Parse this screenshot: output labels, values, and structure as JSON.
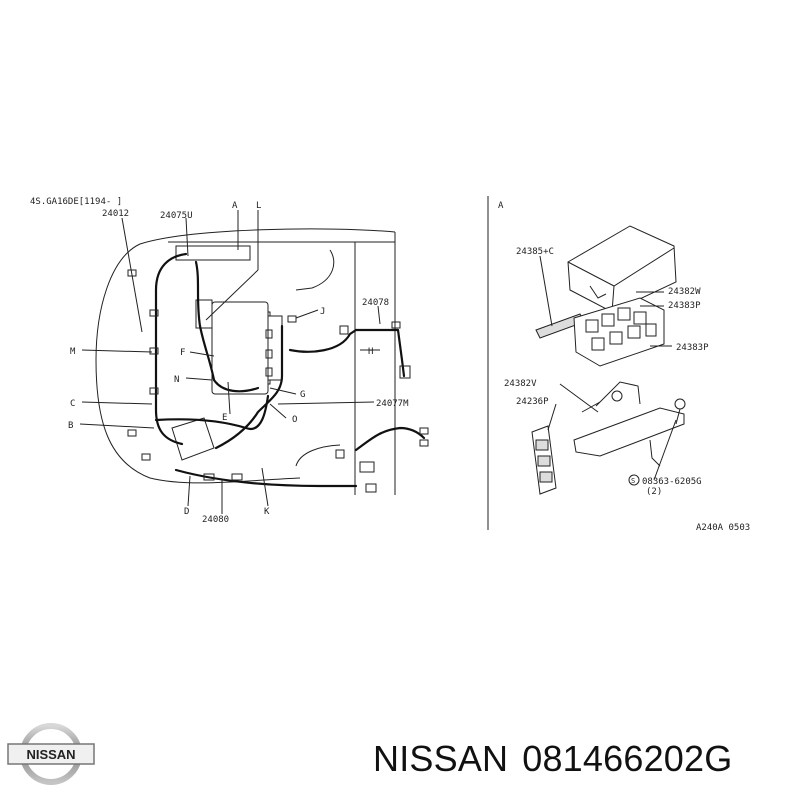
{
  "diagram": {
    "header": "4S.GA16DE[1194-    ]",
    "ref_code": "A240A 0503",
    "left_parts": {
      "p24012": "24012",
      "p24075u": "24075U",
      "p24078": "24078",
      "p24077m": "24077M",
      "p24080": "24080"
    },
    "left_letters": {
      "a": "A",
      "l": "L",
      "j": "J",
      "m": "M",
      "f": "F",
      "h": "H",
      "n": "N",
      "g": "G",
      "c": "C",
      "e": "E",
      "o": "O",
      "b": "B",
      "d": "D",
      "k": "K"
    },
    "right_panel": {
      "label": "A",
      "p24385c": "24385+C",
      "p24382w": "24382W",
      "p24383p_1": "24383P",
      "p24383p_2": "24383P",
      "p24382v": "24382V",
      "p24236p": "24236P",
      "bolt": "08363-6205G",
      "bolt_qty": "(2)",
      "bolt_symbol": "S"
    }
  },
  "brand": {
    "logo_text": "NISSAN",
    "name": "NISSAN",
    "part_number": "081466202G"
  }
}
